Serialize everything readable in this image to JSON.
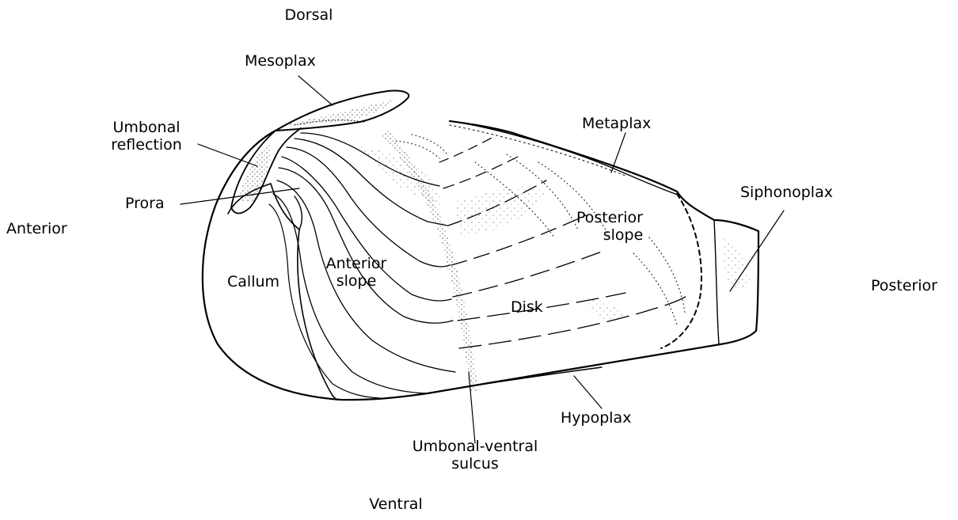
{
  "orientation": {
    "dorsal": "Dorsal",
    "ventral": "Ventral",
    "anterior": "Anterior",
    "posterior": "Posterior"
  },
  "labels": {
    "mesoplax": "Mesoplax",
    "umbonal_reflection_1": "Umbonal",
    "umbonal_reflection_2": "reflection",
    "prora": "Prora",
    "metaplax": "Metaplax",
    "siphonoplax": "Siphonoplax",
    "posterior_slope_1": "Posterior",
    "posterior_slope_2": "slope",
    "callum": "Callum",
    "anterior_slope_1": "Anterior",
    "anterior_slope_2": "slope",
    "disk": "Disk",
    "hypoplax": "Hypoplax",
    "umbonal_ventral_sulcus_1": "Umbonal-ventral",
    "umbonal_ventral_sulcus_2": "sulcus"
  },
  "colors": {
    "ink": "#000000",
    "background": "#ffffff"
  }
}
